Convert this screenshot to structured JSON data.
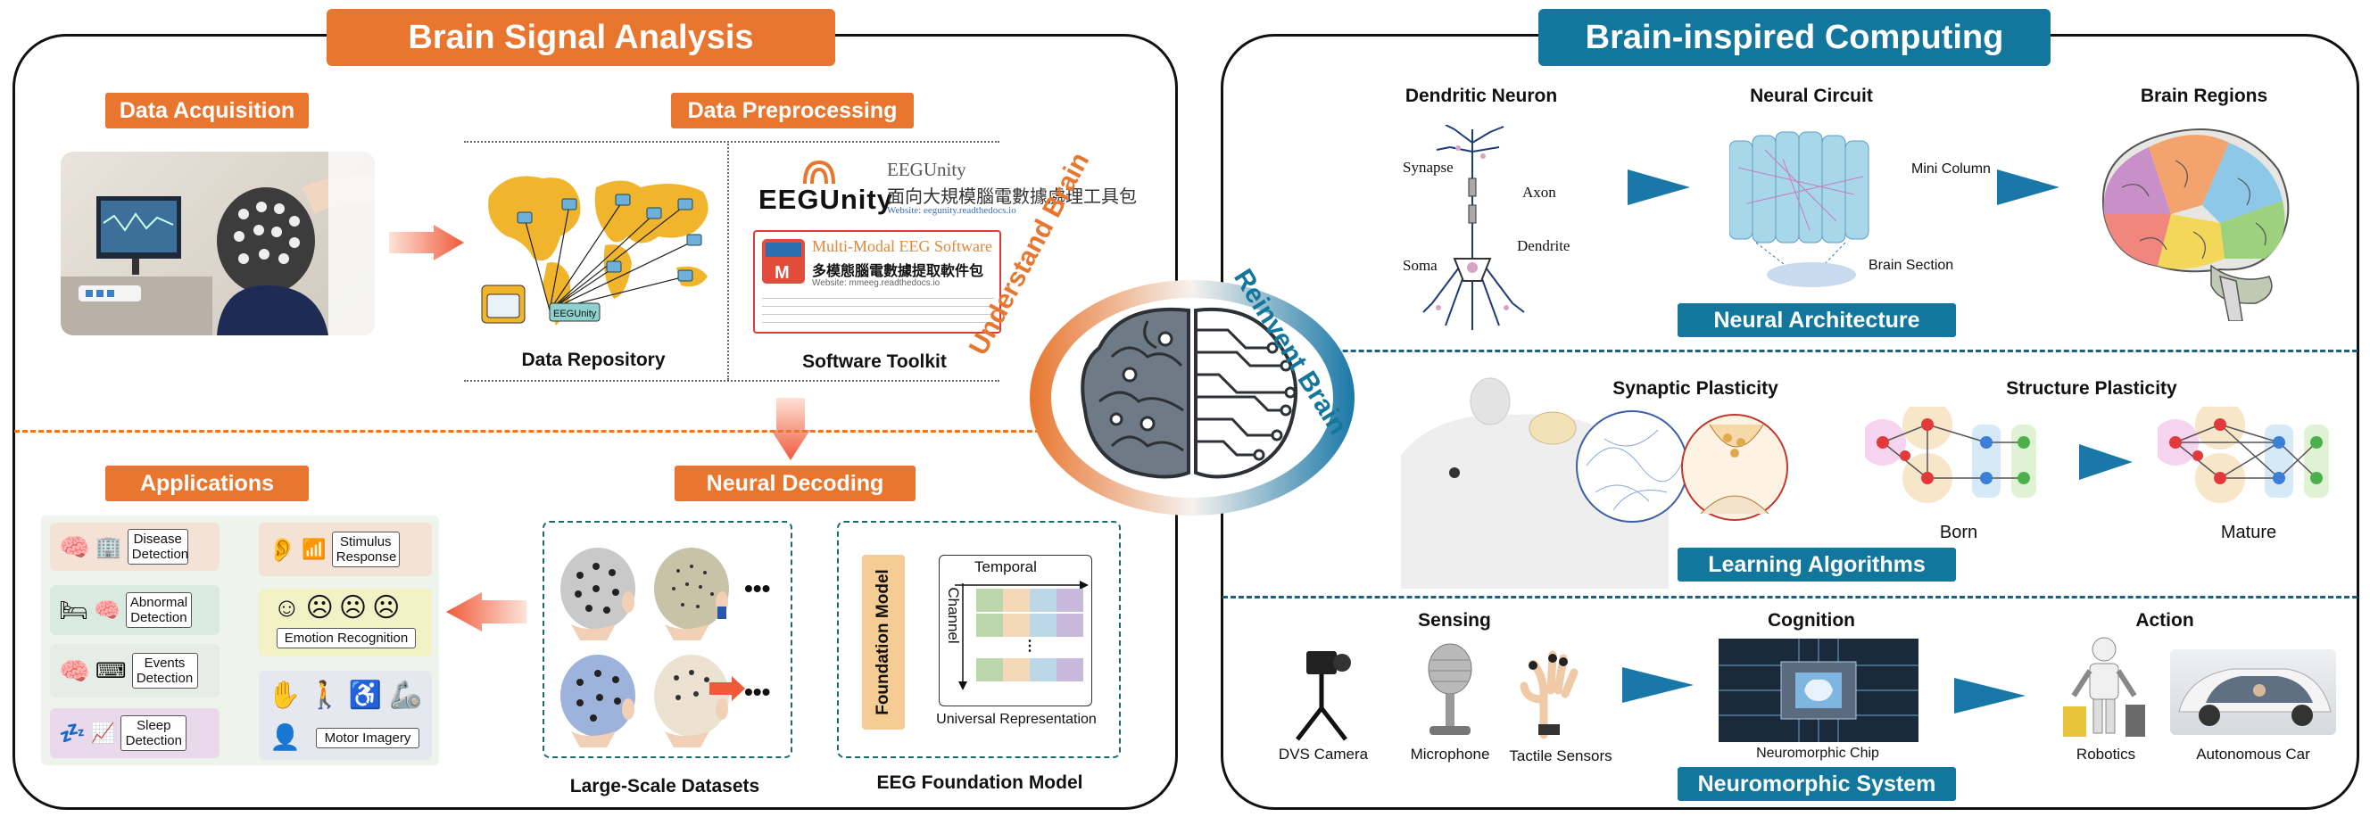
{
  "left": {
    "title": "Brain Signal Analysis",
    "data_acquisition": "Data Acquisition",
    "data_preprocessing": "Data Preprocessing",
    "data_repository": "Data Repository",
    "software_toolkit": "Software Toolkit",
    "eegunity_logo": "EEGUnity",
    "eegunity_name": "EEGUnity",
    "eegunity_cn": "面向大規模腦電數據處理工具包",
    "eegunity_web": "Website: eegunity.readthedocs.io",
    "eegunity_map_label": "EEGUnity",
    "mmeeg_title": "Multi-Modal EEG Software",
    "mmeeg_cn": "多模態腦電數據提取軟件包",
    "mmeeg_web": "Website: mmeeg.readthedocs.io",
    "applications": "Applications",
    "neural_decoding": "Neural Decoding",
    "large_scale_datasets": "Large-Scale Datasets",
    "eeg_foundation_model": "EEG Foundation Model",
    "foundation_model": "Foundation Model",
    "temporal": "Temporal",
    "channel": "Channel",
    "universal_representation": "Universal Representation",
    "ellipsis": "•••",
    "apps": {
      "disease": "Disease Detection",
      "abnormal": "Abnormal Detection",
      "events": "Events Detection",
      "sleep": "Sleep Detection",
      "stimulus": "Stimulus Response",
      "emotion": "Emotion Recognition",
      "motor": "Motor Imagery"
    }
  },
  "center": {
    "understand": "Understand Brain",
    "reinvent": "Reinvent Brain"
  },
  "right": {
    "title": "Brain-inspired Computing",
    "dendritic_neuron": "Dendritic Neuron",
    "neural_circuit": "Neural Circuit",
    "brain_regions": "Brain Regions",
    "synapse": "Synapse",
    "axon": "Axon",
    "soma": "Soma",
    "dendrite": "Dendrite",
    "mini_column": "Mini Column",
    "brain_section": "Brain Section",
    "neural_architecture": "Neural Architecture",
    "synaptic_plasticity": "Synaptic Plasticity",
    "structure_plasticity": "Structure Plasticity",
    "born": "Born",
    "mature": "Mature",
    "learning_algorithms": "Learning Algorithms",
    "sensing": "Sensing",
    "cognition": "Cognition",
    "action": "Action",
    "dvs_camera": "DVS Camera",
    "microphone": "Microphone",
    "tactile_sensors": "Tactile Sensors",
    "neuromorphic_chip": "Neuromorphic Chip",
    "robotics": "Robotics",
    "autonomous_car": "Autonomous Car",
    "neuromorphic_system": "Neuromorphic System"
  },
  "colors": {
    "orange": "#e8762f",
    "blue": "#13769c",
    "arrow_blue": "#1a78a8",
    "arrow_red": "#f05a3a"
  }
}
